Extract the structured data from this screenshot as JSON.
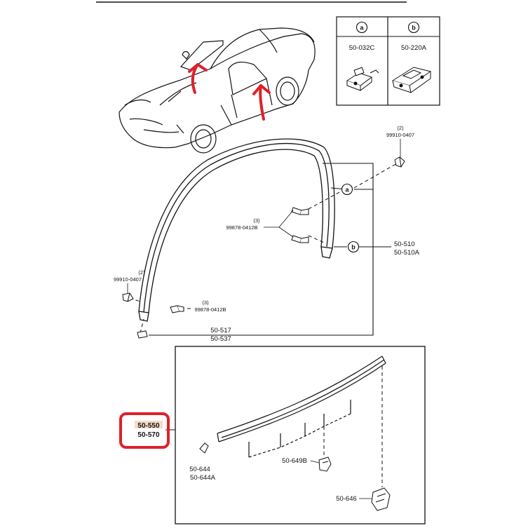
{
  "callouts": {
    "a_letter": "a",
    "b_letter": "b",
    "a_part": "50-032C",
    "b_part": "50-220A"
  },
  "labels": {
    "clip_top_upper": "(2)",
    "clip_top_part": "99910-0407",
    "screw_upper_qty": "(3)",
    "screw_upper_part": "99878-0412B",
    "molding_part_1": "50-510",
    "molding_part_2": "50-510A",
    "clip_left_qty": "(2)",
    "clip_left_part": "99910-0407",
    "screw_lower_qty": "(3)",
    "screw_lower_part": "99878-0412B",
    "bottom_part_1": "50-517",
    "bottom_part_2": "50-537",
    "highlight_part_1": "50-550",
    "highlight_part_2": "50-570",
    "inset_part_644_1": "50-644",
    "inset_part_644_2": "50-644A",
    "inset_part_649": "50-649B",
    "inset_part_646": "50-646"
  },
  "colors": {
    "line": "#111111",
    "annotation_red": "#e0202a",
    "highlight_fill": "#f7d9c8"
  }
}
